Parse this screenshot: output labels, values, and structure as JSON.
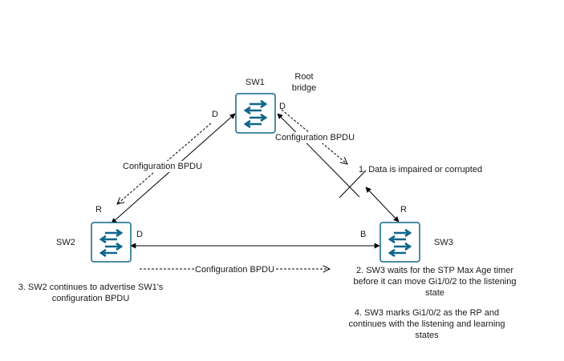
{
  "nodes": {
    "sw1": {
      "name": "SW1",
      "note": "Root\nbridge"
    },
    "sw2": {
      "name": "SW2"
    },
    "sw3": {
      "name": "SW3"
    }
  },
  "port_labels": {
    "sw1_left": "D",
    "sw1_right": "D",
    "sw2_top": "R",
    "sw2_right": "D",
    "sw3_top": "R",
    "sw3_left": "B"
  },
  "bpdu": {
    "left": "Configuration BPDU",
    "right": "Configuration BPDU",
    "bottom": "Configuration BPDU"
  },
  "steps": {
    "step1": "1. Data is impaired or corrupted",
    "step2": "2. SW3 waits for the STP Max Age timer\nbefore it can move Gi1/0/2 to the listening\nstate",
    "step3": "3. SW2 continues to advertise SW1's\nconfiguration BPDU",
    "step4": "4. SW3 marks Gi1/0/2 as the RP and\ncontinues with the listening and learning\nstates"
  },
  "colors": {
    "switch_fill": "#ffffff",
    "switch_border": "#10668b",
    "switch_arrow": "#10668b",
    "line": "#000000"
  }
}
